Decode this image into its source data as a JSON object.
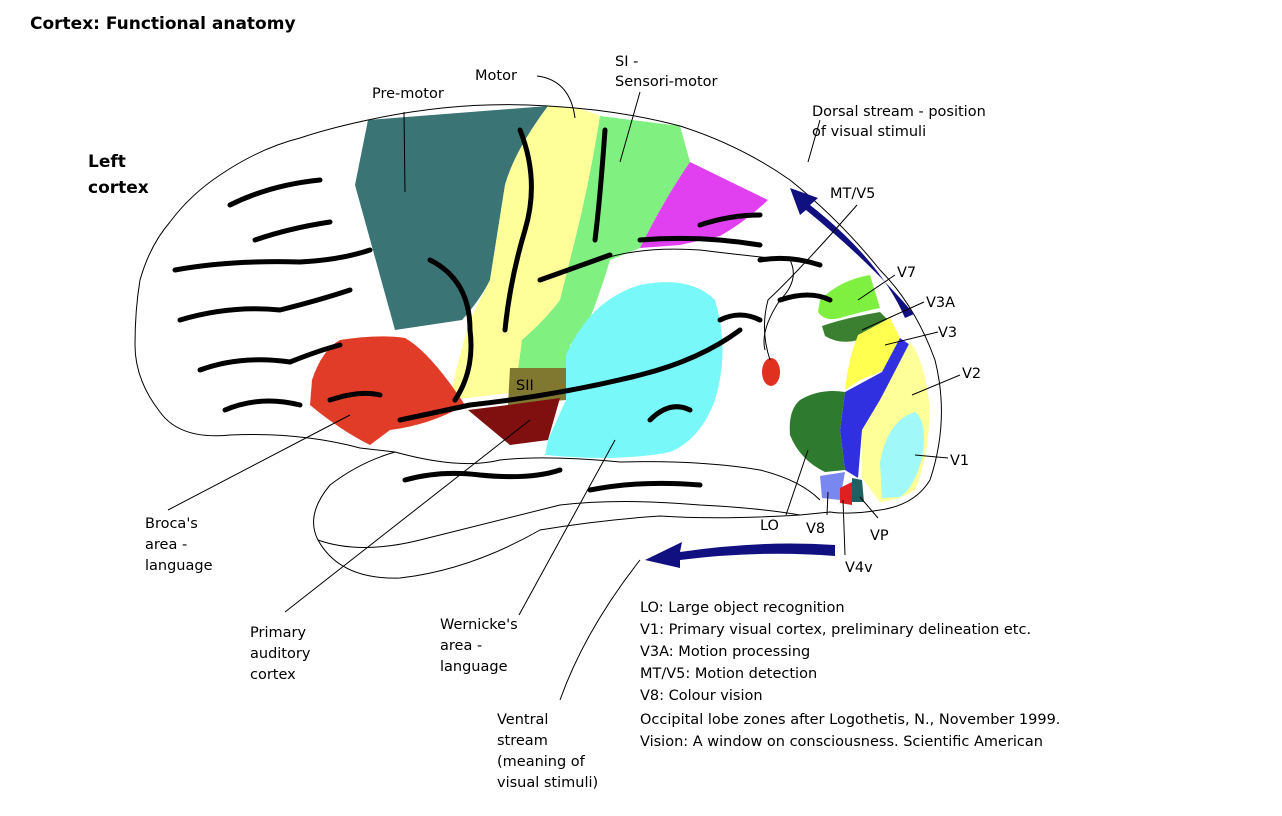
{
  "title": "Cortex: Functional anatomy",
  "side_label": [
    "Left",
    "cortex"
  ],
  "labels": {
    "premotor": "Pre-motor",
    "motor": "Motor",
    "si": [
      "SI -",
      "Sensori-motor"
    ],
    "dorsal": [
      "Dorsal stream - position",
      "of visual stimuli"
    ],
    "mtv5": "MT/V5",
    "v7": "V7",
    "v3a": "V3A",
    "v3": "V3",
    "v2": "V2",
    "v1": "V1",
    "sii": "SII",
    "lo": "LO",
    "v8": "V8",
    "vp": "VP",
    "v4v": "V4v",
    "broca": [
      "Broca's",
      "area -",
      "language"
    ],
    "auditory": [
      "Primary",
      "auditory",
      "cortex"
    ],
    "wernicke": [
      "Wernicke's",
      "area -",
      "language"
    ],
    "ventral": [
      "Ventral",
      "stream",
      "(meaning of",
      "visual stimuli)"
    ]
  },
  "legend": [
    "LO: Large object recognition",
    "V1: Primary visual cortex, preliminary delineation etc.",
    "V3A: Motion processing",
    "MT/V5: Motion detection",
    "V8: Colour vision",
    "Occipital lobe zones after Logothetis, N., November 1999.",
    "Vision: A window on consciousness.  Scientific American"
  ],
  "colors": {
    "premotor": "#3a7474",
    "motor": "#ffff99",
    "sensorimotor": "#80f080",
    "purple_area": "#e040f0",
    "broca": "#e03c28",
    "sii": "#807830",
    "auditory": "#801010",
    "wernicke": "#78f8f8",
    "stream_arrow": "#101080",
    "v7": "#80f040",
    "v3a": "#3a8030",
    "v3_yellow": "#ffff50",
    "v3_blue": "#3030e0",
    "v2": "#ffff99",
    "v1": "#a0f8f8",
    "lo": "#2e7a2e",
    "v8": "#7888f0",
    "v4v": "#e02020",
    "vp": "#206060",
    "mt_dot": "#e03020"
  }
}
